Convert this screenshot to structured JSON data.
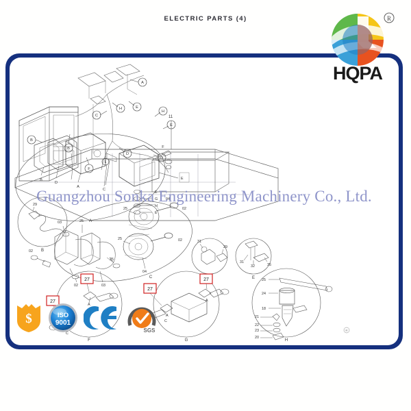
{
  "page": {
    "background_color": "#ffffff",
    "frame_color": "#15307e",
    "inner_color": "#ffffff"
  },
  "header": {
    "title": "ELECTRIC  PARTS  (4)"
  },
  "logo": {
    "brand": "HQPA",
    "registered_mark": "®",
    "colors": {
      "green": "#4caf3e",
      "yellow": "#f5c518",
      "orange": "#f07c18",
      "red": "#e02b20",
      "blue": "#1f7fc4",
      "text": "#1a1a1a"
    }
  },
  "watermark": {
    "text": "Guangzhou Sonka Engineering Machinery Co., Ltd.",
    "color": "#8a90c8"
  },
  "badges": [
    {
      "name": "money-shield-badge",
      "label": "$",
      "color": "#f7a41d"
    },
    {
      "name": "iso-9001-badge",
      "line1": "ISO",
      "line2": "9001",
      "color": "#1a7fd4"
    },
    {
      "name": "ce-mark-badge",
      "label": "CE",
      "color": "#1f7fc4"
    },
    {
      "name": "sgs-badge",
      "label": "SGS",
      "color": "#f07c18"
    }
  ],
  "diagram": {
    "type": "exploded-parts-diagram",
    "line_color": "#4a4a58",
    "callout_box_color": "#d02020",
    "detail_views": [
      {
        "id": "A",
        "name": "lamp-assembly-view",
        "part_numbers": [
          "11"
        ],
        "letters": [
          "A",
          "B",
          "C",
          "D",
          "E",
          "F",
          "G",
          "H"
        ]
      },
      {
        "id": "B",
        "name": "wiring-harness-view",
        "part_numbers": [
          "29"
        ]
      },
      {
        "id": "C",
        "name": "horn-and-lamp-view",
        "part_numbers": [
          "02",
          "03",
          "04",
          "25"
        ]
      },
      {
        "id": "D",
        "name": "switch-detail-view",
        "part_numbers": [
          "29",
          "31"
        ]
      },
      {
        "id": "E",
        "name": "relay-detail-view",
        "part_numbers": [
          "31",
          "32",
          "35"
        ]
      },
      {
        "id": "F",
        "name": "sensor-detail-view",
        "part_numbers": [
          "27"
        ]
      },
      {
        "id": "G",
        "name": "control-box-view",
        "part_numbers": [
          "27"
        ]
      },
      {
        "id": "H",
        "name": "solenoid-detail-view",
        "part_numbers": [
          "18",
          "20",
          "21",
          "22",
          "23",
          "24",
          "25"
        ]
      }
    ],
    "machine_callouts": [
      "A",
      "B",
      "C",
      "D",
      "E",
      "F",
      "G",
      "H"
    ],
    "upper_callouts": [
      "A",
      "B",
      "C",
      "D",
      "E",
      "F",
      "H"
    ]
  }
}
